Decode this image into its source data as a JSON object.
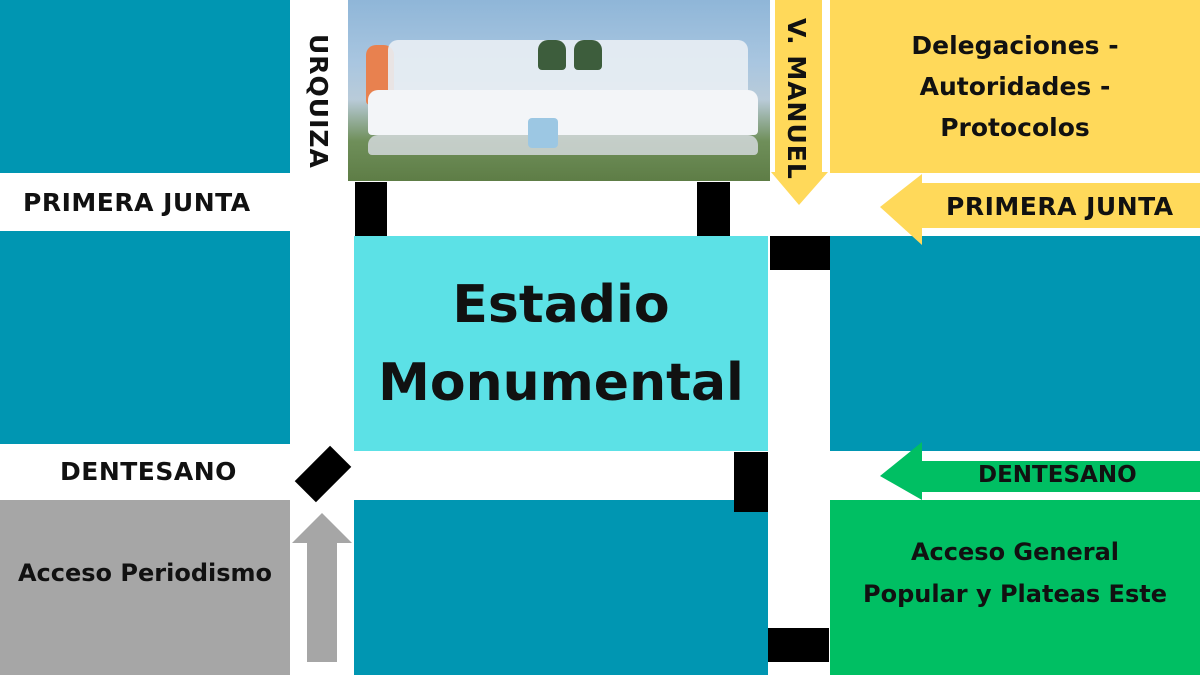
{
  "map": {
    "title": "Estadio Monumental",
    "stadium": {
      "line1": "Estadio",
      "line2": "Monumental",
      "color": "#5ce1e6"
    },
    "streets": {
      "primera_junta_left": "PRIMERA JUNTA",
      "primera_junta_right": "PRIMERA JUNTA",
      "dentesano_left": "DENTESANO",
      "dentesano_right": "DENTESANO",
      "urquiza": "URQUIZA",
      "v_manuel": "V. MANUEL"
    },
    "zones": {
      "delegaciones": {
        "line1": "Delegaciones -",
        "line2": "Autoridades -",
        "line3": "Protocolos",
        "color": "#ffd95a"
      },
      "periodismo": {
        "label": "Acceso Periodismo",
        "color": "#a6a6a6"
      },
      "general": {
        "line1": "Acceso General",
        "line2": "Popular y Plateas Este",
        "color": "#00bf63"
      }
    },
    "photo": {
      "description": "team-photo"
    },
    "colors": {
      "block": "#0096b2",
      "gate": "#000000"
    }
  }
}
